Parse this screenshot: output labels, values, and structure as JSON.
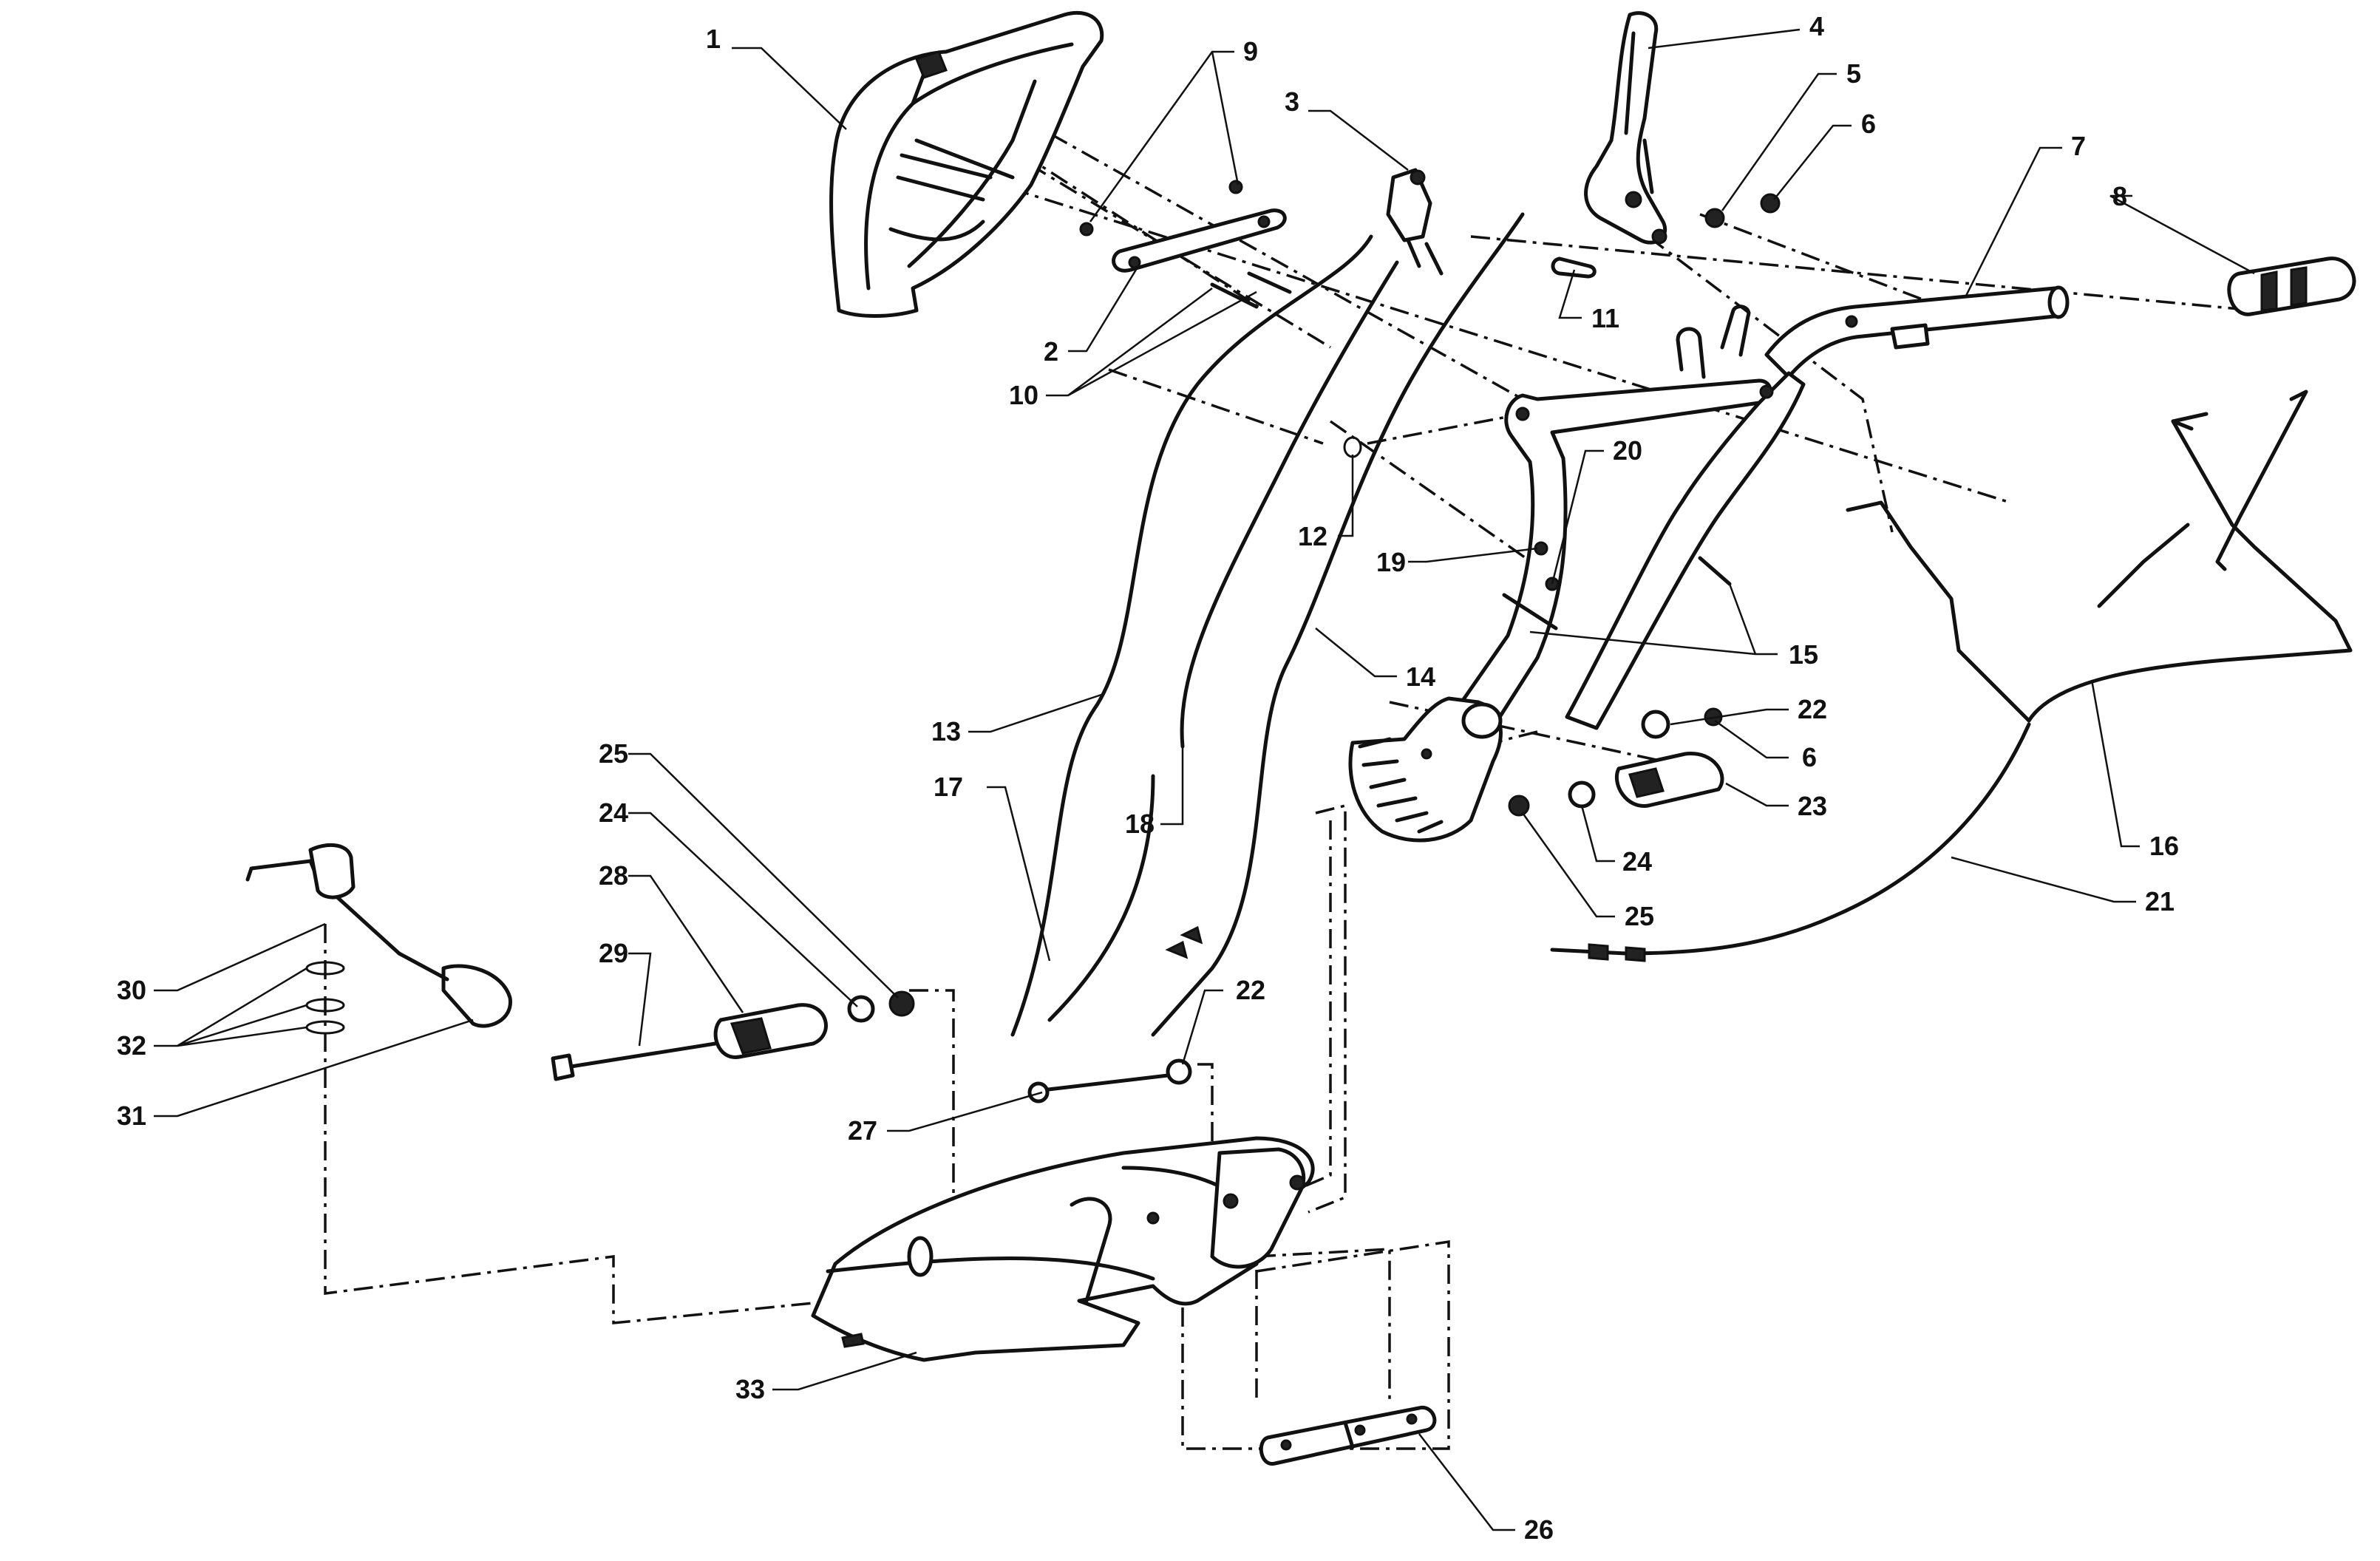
{
  "colors": {
    "line": "#111111",
    "background": "#ffffff"
  },
  "diagram": {
    "callouts": [
      "1",
      "2",
      "3",
      "4",
      "5",
      "6",
      "7",
      "8",
      "9",
      "10",
      "11",
      "12",
      "13",
      "14",
      "15",
      "16",
      "17",
      "18",
      "19",
      "20",
      "21",
      "22",
      "23",
      "24",
      "25",
      "26",
      "27",
      "28",
      "29",
      "30",
      "31",
      "32",
      "33"
    ]
  }
}
